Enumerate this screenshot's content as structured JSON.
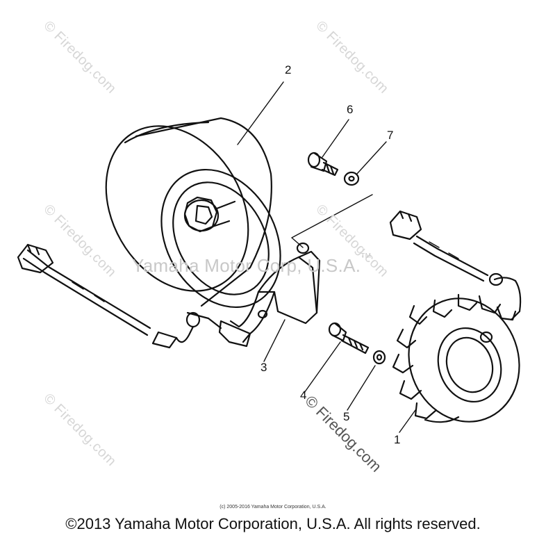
{
  "watermarks": {
    "site": "© Firedog.com",
    "center": "Yamaha Motor Corp, U.S.A.",
    "tm": "TM"
  },
  "callouts": {
    "p1": "1",
    "p2": "2",
    "p3": "3",
    "p4": "4",
    "p5": "5",
    "p6": "6",
    "p7": "7"
  },
  "footer": {
    "small_copyright": "(c) 2005-2016 Yamaha Motor Corporation, U.S.A.",
    "copyright": "©2013 Yamaha Motor Corporation, U.S.A. All rights reserved."
  },
  "colors": {
    "ink": "#111111",
    "watermark": "#d6d6d6"
  }
}
